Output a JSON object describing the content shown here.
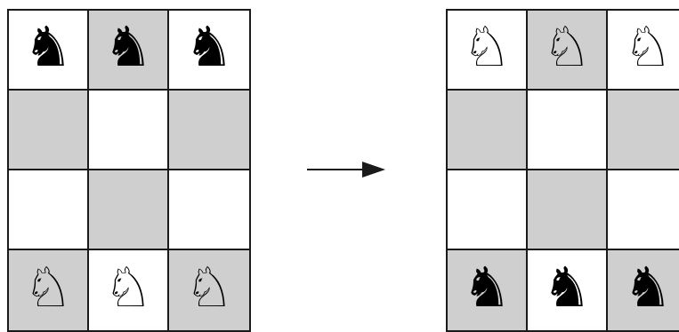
{
  "diagram": {
    "colors": {
      "dark_square": "#cfcfcf",
      "light_square": "#ffffff",
      "grid_line": "#1a1a1a"
    },
    "board_start": {
      "rows": [
        [
          "black-knight",
          "black-knight",
          "black-knight"
        ],
        [
          "empty",
          "empty",
          "empty"
        ],
        [
          "empty",
          "empty",
          "empty"
        ],
        [
          "white-knight",
          "white-knight",
          "white-knight"
        ]
      ]
    },
    "arrow": {
      "icon": "arrow-right-icon"
    },
    "board_end": {
      "rows": [
        [
          "white-knight",
          "white-knight",
          "white-knight"
        ],
        [
          "empty",
          "empty",
          "empty"
        ],
        [
          "empty",
          "empty",
          "empty"
        ],
        [
          "black-knight",
          "black-knight",
          "black-knight"
        ]
      ]
    },
    "glyphs": {
      "white-knight": "♘",
      "black-knight": "♞"
    }
  }
}
